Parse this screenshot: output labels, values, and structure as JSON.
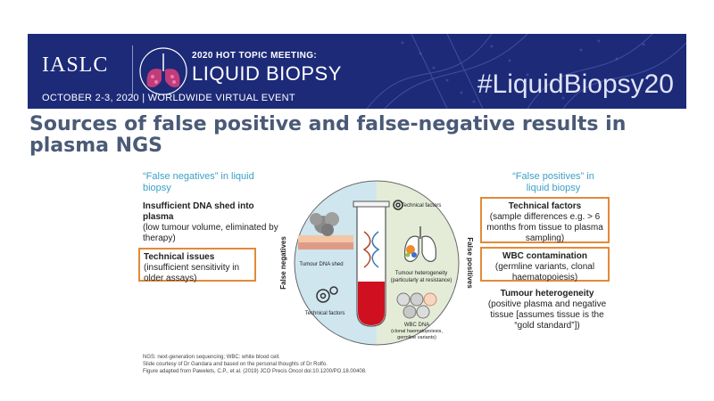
{
  "banner": {
    "org": "IASLC",
    "meeting": "2020 HOT TOPIC MEETING:",
    "topic": "LIQUID BIOPSY",
    "date": "OCTOBER 2-3, 2020 | WORLDWIDE VIRTUAL EVENT",
    "hashtag": "#LiquidBiopsy20",
    "color": "#1d2a78"
  },
  "slide": {
    "title": "Sources of false positive and false-negative results in plasma NGS"
  },
  "left": {
    "heading": "“False negatives” in liquid biopsy",
    "items": [
      {
        "head": "Insufficient DNA shed into plasma",
        "body": "(low tumour volume, eliminated by therapy)"
      },
      {
        "head": "Technical issues",
        "body": "(insufficient sensitivity in older assays)"
      }
    ]
  },
  "right": {
    "heading": "“False positives” in liquid biopsy",
    "items": [
      {
        "head": "Technical factors",
        "body": "(sample differences e.g. > 6 months from tissue to plasma sampling)"
      },
      {
        "head": "WBC contamination",
        "body": "(germline variants, clonal haematopoiesis)"
      },
      {
        "head": "Tumour heterogeneity",
        "body": "(positive plasma and negative tissue [assumes tissue is the “gold standard”])"
      }
    ]
  },
  "diagram": {
    "left_side_label": "False negatives",
    "right_side_label": "False positives",
    "tumour_label": "Tumour DNA shed",
    "tech_left_label": "Technical factors",
    "tech_right_label": "Technical factors",
    "heterogeneity_label": "Tumour heterogeneity",
    "heterogeneity_sub": "(particularly at resistance)",
    "wbc_label": "WBC DNA",
    "wbc_sub1": "(clonal haematopoiesis,",
    "wbc_sub2": "germline variants)",
    "left_color": "#cfe6ef",
    "right_color": "#e4ecd8",
    "blood_color": "#cf1020"
  },
  "footnote": {
    "line1": "NGS: next-generation sequencing; WBC: white blood cell.",
    "line2": "Slide courtesy of Dr Gandara and based on the personal thoughts of Dr Rolfo.",
    "line3": "Figure adapted from Pawelets, C.P., et al. (2019) JCO Precis Oncol doi:10.1200/PO.18.00408."
  },
  "accent": {
    "box_border": "#e28a3a",
    "heading_color": "#3aa1c5",
    "title_color": "#4a5a77"
  }
}
